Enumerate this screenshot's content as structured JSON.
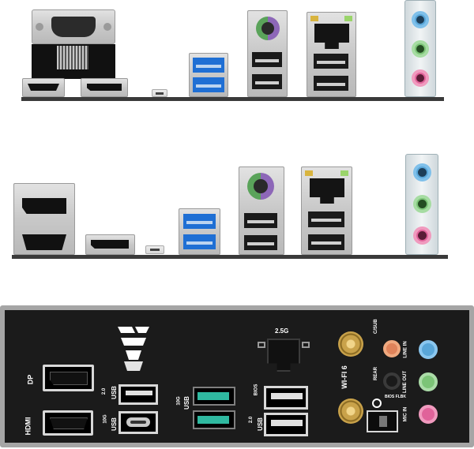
{
  "io_shield": {
    "labels": {
      "dp": "DP",
      "hdmi": "HDMI",
      "usb2_top": "2.0",
      "usb2_label": "USB",
      "usbc_top": "10G",
      "usbc_label": "USB",
      "usb10g_top": "10G",
      "usb10g_label": "USB",
      "lan_speed": "2.5G",
      "bios_top": "BIOS",
      "usb20b_top": "2.0",
      "usb20b_label": "USB",
      "wifi": "WI-FI 6",
      "csub": "C/SUB",
      "rear": "REAR",
      "bios_flbk": "BIOS FLBK",
      "line_in": "LINE IN",
      "line_out": "LINE OUT",
      "mic_in": "MIC IN"
    }
  },
  "colors": {
    "usb3_blue": "#1f6fd4",
    "usb_teal": "#2fb9a0",
    "audio_blue": "#59a6d8",
    "audio_green": "#7cc477",
    "audio_pink": "#e0639a",
    "audio_orange": "#e0835a",
    "ps2_purple": "#8d67b8",
    "ps2_green": "#5aa35a",
    "antenna_gold": "#c9a24a"
  },
  "icons": [
    "vga-port-icon",
    "hdmi-port-icon",
    "displayport-icon",
    "usb-port-icon",
    "ps2-port-icon",
    "ethernet-port-icon",
    "audio-jack-icon",
    "antenna-icon",
    "tuf-logo-icon",
    "bios-flashback-button-icon"
  ]
}
